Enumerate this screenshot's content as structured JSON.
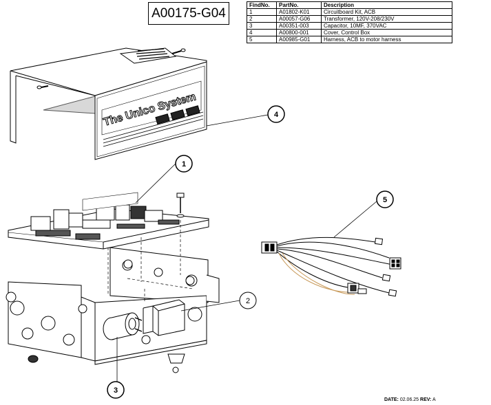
{
  "document_id": "A00175-G04",
  "parts_table": {
    "headers": [
      "FindNo.",
      "PartNo.",
      "Description"
    ],
    "rows": [
      [
        "1",
        "A01802-K01",
        "Circuitboard Kit, ACB"
      ],
      [
        "2",
        "A00057-G06",
        "Transformer, 120V-208/230V"
      ],
      [
        "3",
        "A00351-003",
        "Capacitor, 10MF, 370VAC"
      ],
      [
        "4",
        "A00800-001",
        "Cover, Control Box"
      ],
      [
        "5",
        "A00985-G01",
        "Harness, ACB to motor harness"
      ]
    ]
  },
  "callouts": [
    "1",
    "2",
    "3",
    "4",
    "5"
  ],
  "cover_logo": "The Unico System",
  "footer": {
    "date_label": "DATE:",
    "date_value": "02.06.25",
    "rev_label": "REV:",
    "rev_value": "A"
  }
}
